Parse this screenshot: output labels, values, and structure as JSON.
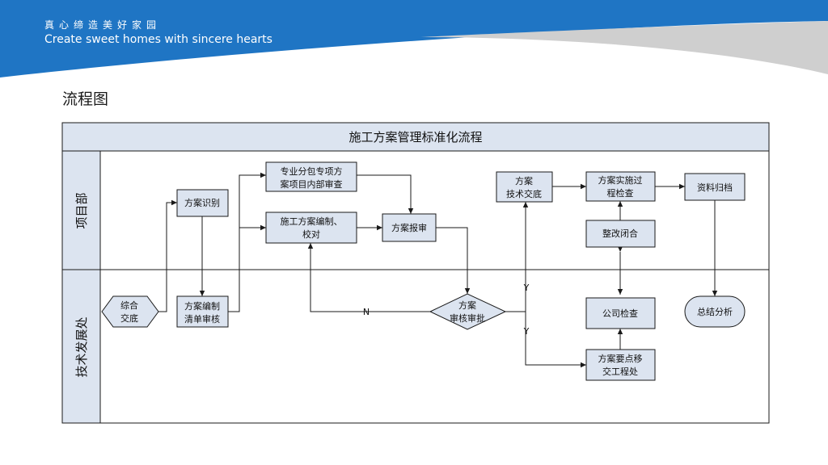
{
  "header": {
    "slogan_cn": "真心缔造美好家园",
    "slogan_en": "Create sweet homes with sincere hearts",
    "brand_color": "#1f75c4"
  },
  "page_title": "流程图",
  "diagram": {
    "title": "施工方案管理标准化流程",
    "lanes": {
      "top": "项目部",
      "bottom": "技术发展处"
    },
    "nodes": {
      "zonghe": [
        "综合",
        "交底"
      ],
      "shibie": [
        "方案识别"
      ],
      "bianzhi_qingdan": [
        "方案编制",
        "清单审核"
      ],
      "zhuanye": [
        "专业分包专项方",
        "案项目内部审查"
      ],
      "shigong": [
        "施工方案编制、",
        "校对"
      ],
      "baoshen": [
        "方案报审"
      ],
      "shenpi": [
        "方案",
        "审核审批"
      ],
      "jishu": [
        "方案",
        "技术交底"
      ],
      "shishi": [
        "方案实施过",
        "程检查"
      ],
      "zhenggai": [
        "整改闭合"
      ],
      "gongsi": [
        "公司检查"
      ],
      "yaodian": [
        "方案要点移",
        "交工程处"
      ],
      "guidang": [
        "资料归档"
      ],
      "zongjie": [
        "总结分析"
      ]
    },
    "edge_labels": {
      "no": "N",
      "yes_up": "Y",
      "yes_down": "Y"
    },
    "colors": {
      "box_fill": "#dce4f0",
      "header_fill": "#dce4f0",
      "line": "#1a1a1a"
    }
  }
}
